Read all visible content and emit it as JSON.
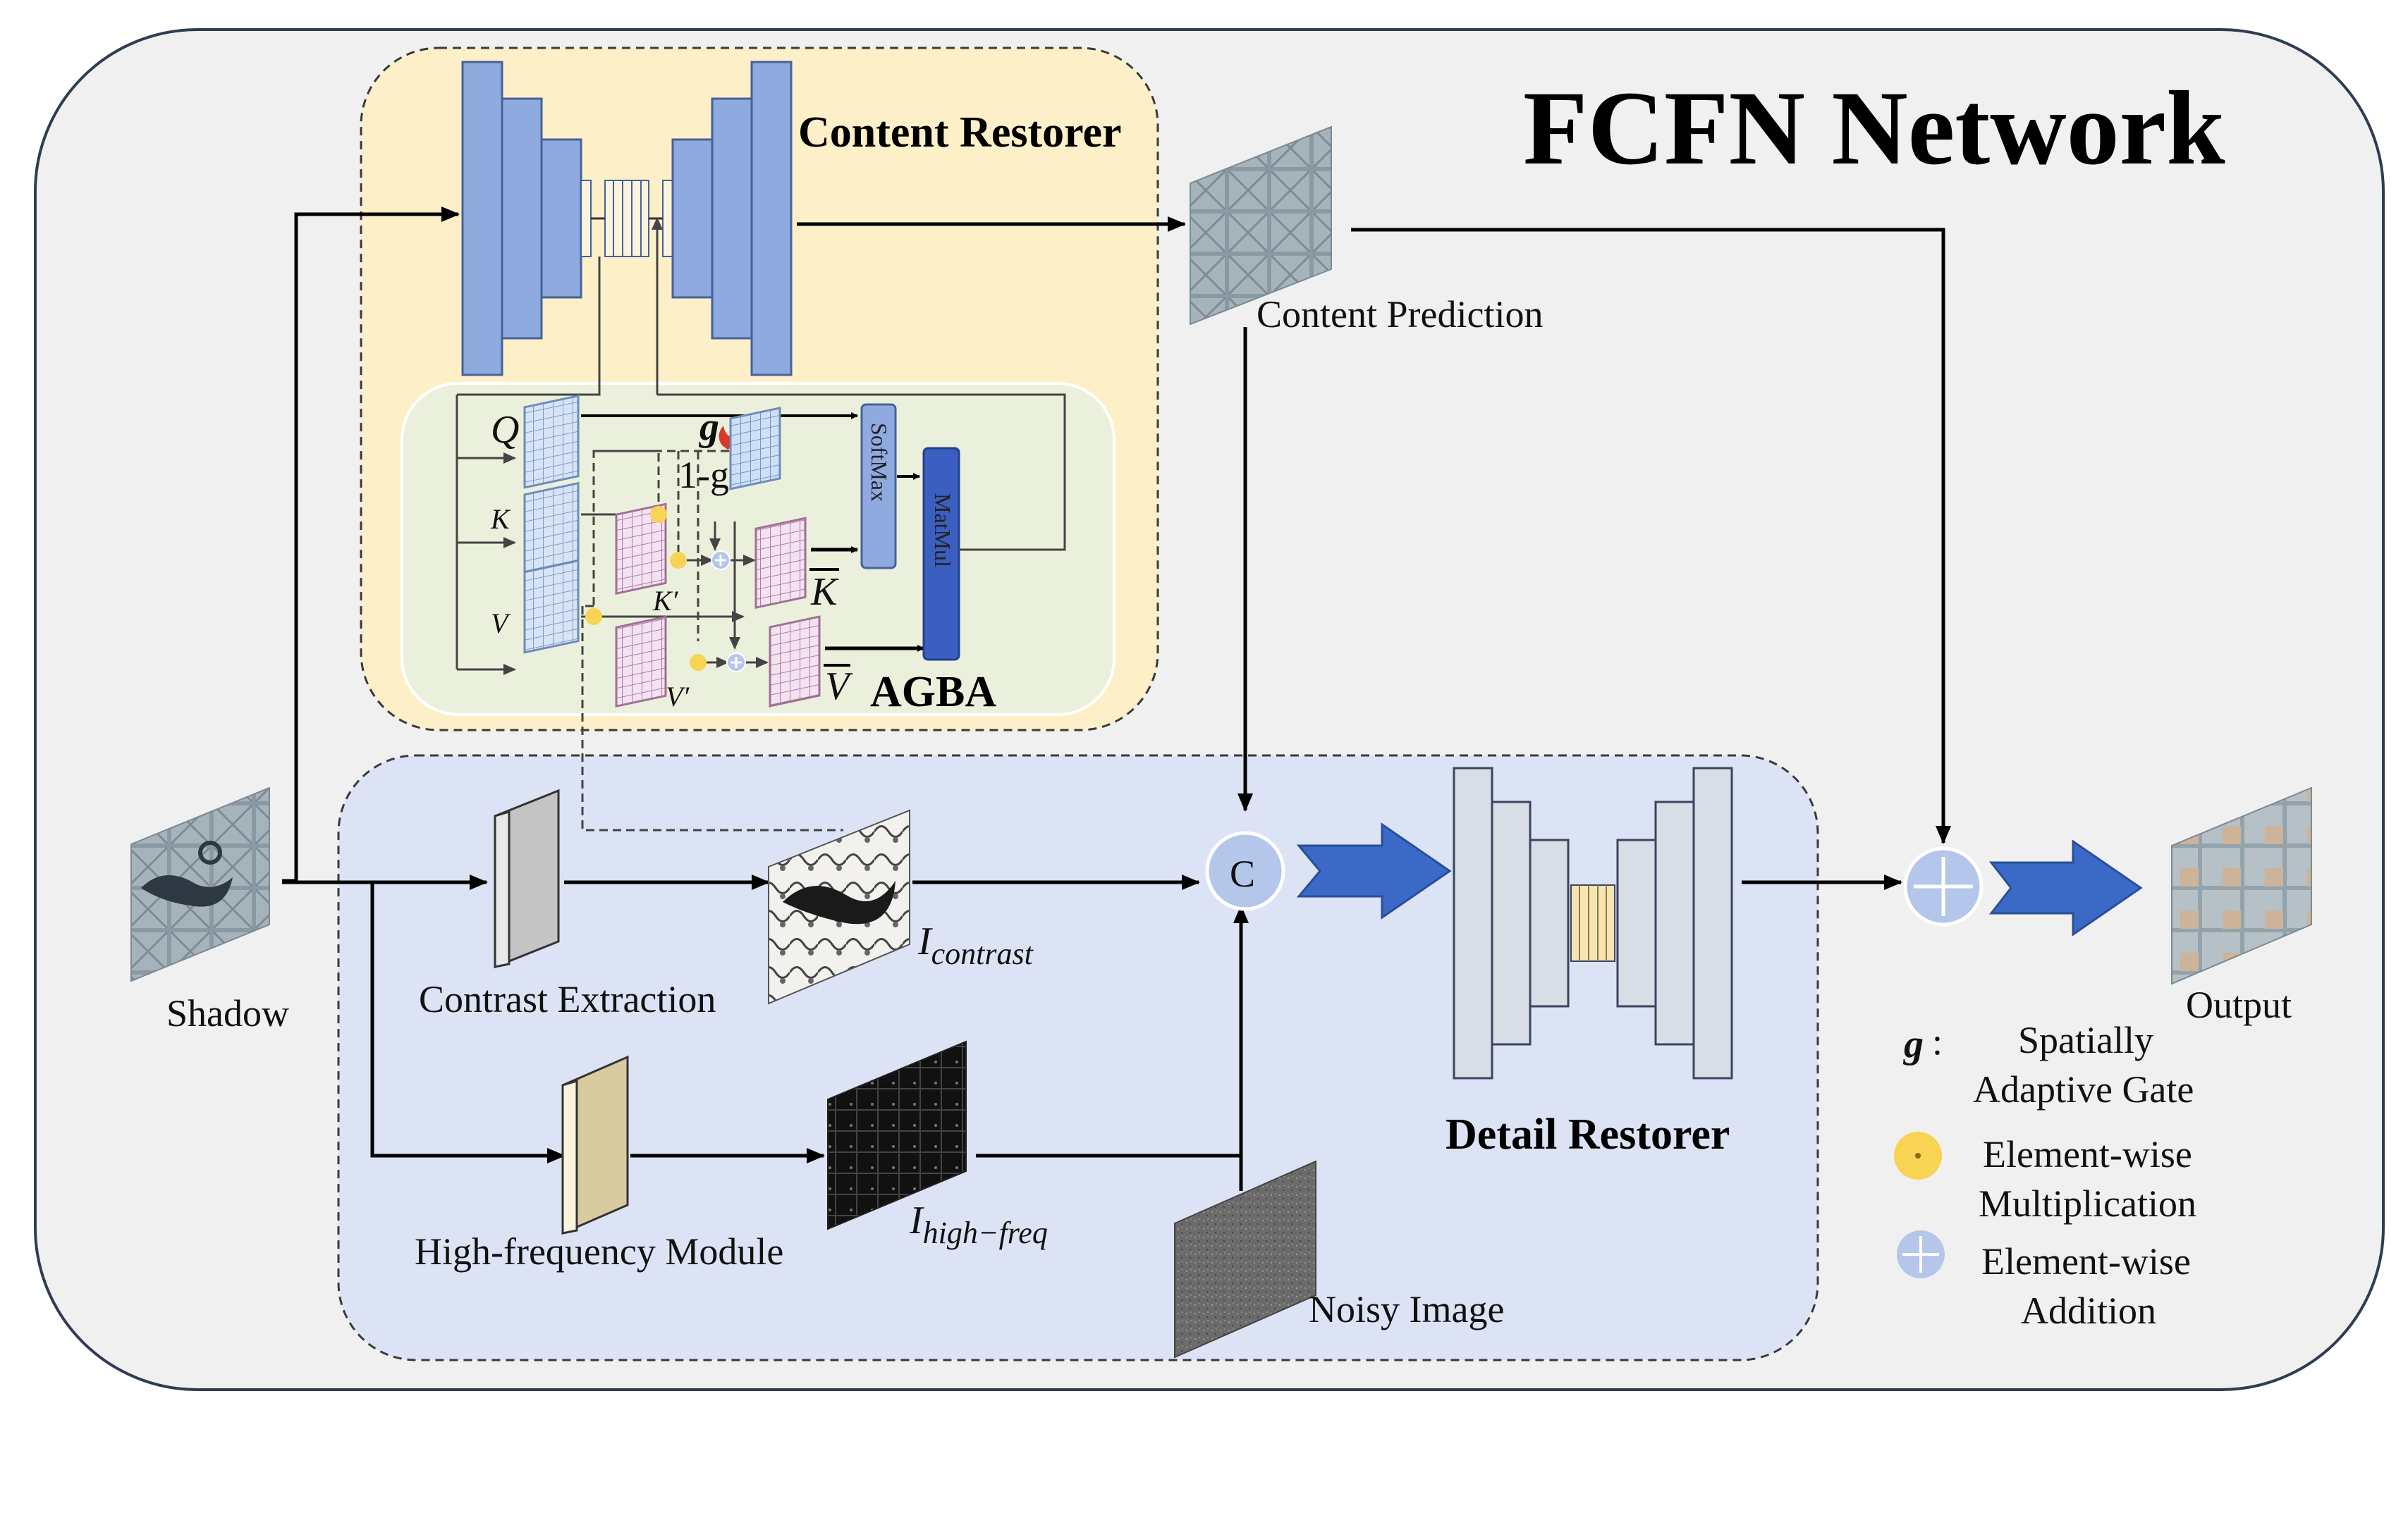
{
  "title": "FCFN Network",
  "sections": {
    "content_restorer": "Content Restorer",
    "agba": "AGBA",
    "detail_restorer": "Detail Restorer"
  },
  "labels": {
    "shadow": "Shadow",
    "content_prediction": "Content Prediction",
    "contrast_extraction": "Contrast Extraction",
    "high_frequency_module": "High-frequency Module",
    "noisy_image": "Noisy Image",
    "output": "Output",
    "i_contrast_main": "I",
    "i_contrast_sub": "contrast",
    "i_high_main": "I",
    "i_high_sub": "high−freq",
    "concat": "C"
  },
  "agba": {
    "q": "Q",
    "k": "K",
    "v": "V",
    "k_prime": "K′",
    "v_prime": "V′",
    "k_bar": "K",
    "v_bar": "V",
    "g": "g",
    "one_minus_g": "1-g",
    "softmax": "SoftMax",
    "matmul": "MatMul"
  },
  "legend": {
    "g_symbol": "g",
    "g_colon": ":",
    "g_line1": "Spatially",
    "g_line2": "Adaptive Gate",
    "mult_line1": "Element-wise",
    "mult_line2": "Multiplication",
    "add_line1": "Element-wise",
    "add_line2": "Addition"
  },
  "colors": {
    "outer_bg": "#f0f0f0",
    "content_bg": "#fdefc8",
    "agba_bg": "#ebf0dc",
    "detail_bg": "#dbe3f5",
    "encoder_blue": "#8eaade",
    "detail_gray": "#d9dde6",
    "bottleneck_yellow": "#f8e4b0",
    "softmax": "#8eaade",
    "matmul": "#3a5fc0",
    "mult_yellow": "#f8d354",
    "add_blue": "#b4c6ea",
    "arrow_blue": "#3a6ac6"
  }
}
